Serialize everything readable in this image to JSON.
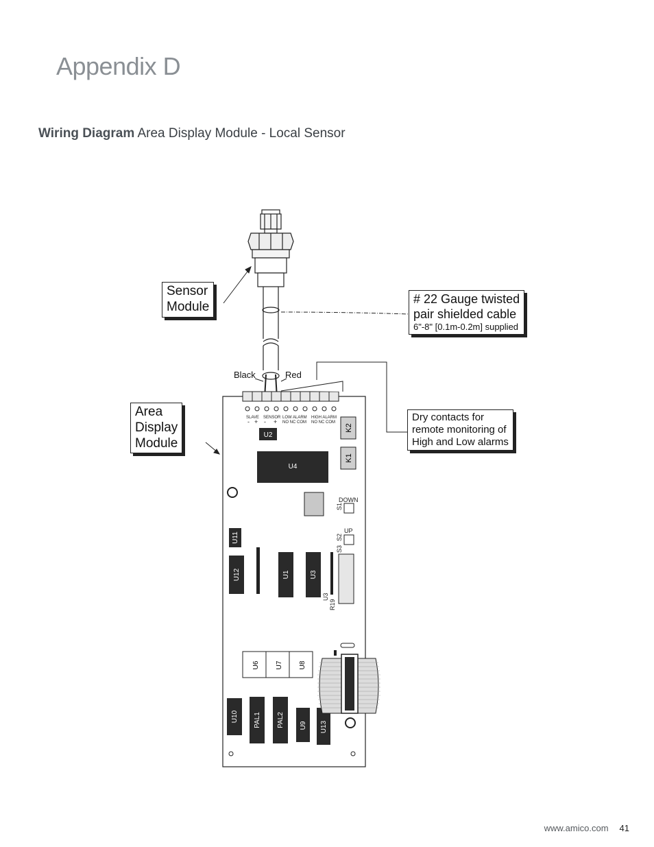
{
  "page": {
    "title": "Appendix D"
  },
  "section": {
    "bold": "Wiring Diagram",
    "rest": " Area Display Module - Local Sensor"
  },
  "callouts": {
    "sensor": [
      "Sensor",
      "Module"
    ],
    "area": [
      "Area",
      "Display",
      "Module"
    ],
    "cable": {
      "lines": [
        "# 22 Gauge twisted",
        "pair shielded cable"
      ],
      "note": "6\"-8\" [0.1m-0.2m] supplied"
    },
    "dry": [
      "Dry contacts for",
      "remote monitoring of",
      "High and Low alarms"
    ]
  },
  "wires": {
    "black": "Black",
    "red": "Red"
  },
  "terminal_labels": {
    "slave": "SLAVE",
    "sensor": "SENSOR",
    "low_alarm": "LOW ALARM",
    "high_alarm": "HIGH ALARM",
    "minus": "-",
    "plus": "+",
    "no_nc_com": "NO  NC COM"
  },
  "chips": {
    "U2": "U2",
    "U4": "U4",
    "K1": "K1",
    "K2": "K2",
    "U11": "U11",
    "U12": "U12",
    "U1": "U1",
    "U3": "U3",
    "U6": "U6",
    "U7": "U7",
    "U8": "U8",
    "U10": "U10",
    "PAL1": "PAL1",
    "PAL2": "PAL2",
    "U9": "U9",
    "U13": "U13"
  },
  "board_labels": {
    "down": "DOWN",
    "up": "UP",
    "s1": "S1",
    "s2": "S2",
    "s3": "S3",
    "r19": "R19",
    "u3": "U3"
  },
  "footer": {
    "url": "www.amico.com",
    "page_number": "41"
  }
}
